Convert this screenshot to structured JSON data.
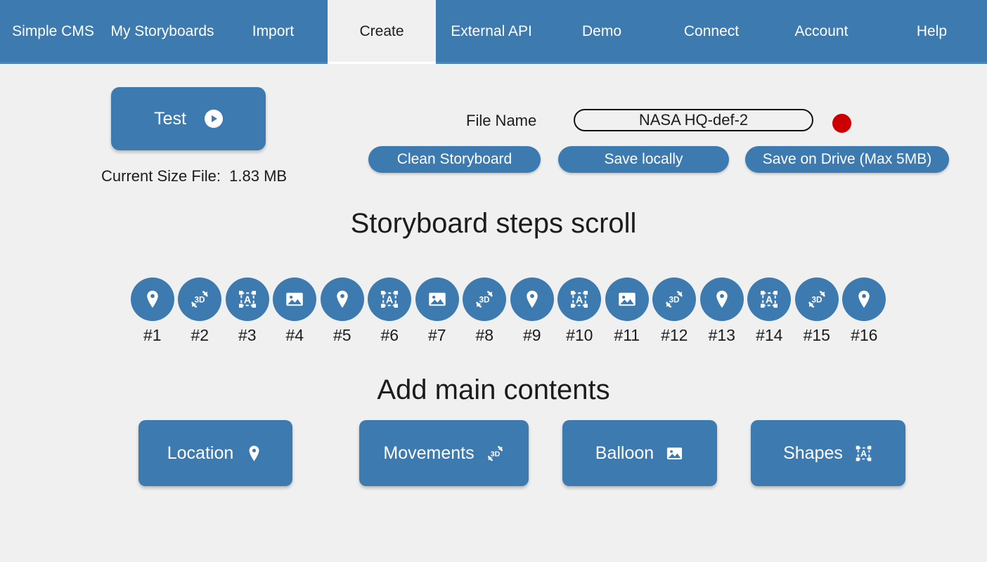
{
  "nav": {
    "tabs": [
      {
        "label": "Simple CMS",
        "active": false,
        "width": 151
      },
      {
        "label": "My Storyboards",
        "active": false,
        "width": 160
      },
      {
        "label": "Import",
        "active": false,
        "width": 155
      },
      {
        "label": "Create",
        "active": true,
        "width": 154
      },
      {
        "label": "External API",
        "active": false,
        "width": 158
      },
      {
        "label": "Demo",
        "active": false,
        "width": 156
      },
      {
        "label": "Connect",
        "active": false,
        "width": 156
      },
      {
        "label": "Account",
        "active": false,
        "width": 157
      },
      {
        "label": "Help",
        "active": false,
        "width": 157
      }
    ]
  },
  "toolbar": {
    "test_label": "Test",
    "test_icon": "play-icon",
    "size_file_text": "Current Size File:  1.83 MB",
    "filename_label": "File Name",
    "filename_value": "NASA HQ-def-2",
    "filename_placeholder": "File Name",
    "record_indicator_color": "#cc0000",
    "clean_label": "Clean Storyboard",
    "save_local_label": "Save locally",
    "save_drive_label": "Save on Drive (Max 5MB)"
  },
  "sections": {
    "steps_title": "Storyboard steps scroll",
    "contents_title": "Add main contents"
  },
  "steps": [
    {
      "label": "#1",
      "icon": "location-pin-icon"
    },
    {
      "label": "#2",
      "icon": "rotate-3d-icon"
    },
    {
      "label": "#3",
      "icon": "shapes-icon"
    },
    {
      "label": "#4",
      "icon": "image-icon"
    },
    {
      "label": "#5",
      "icon": "location-pin-icon"
    },
    {
      "label": "#6",
      "icon": "shapes-icon"
    },
    {
      "label": "#7",
      "icon": "image-icon"
    },
    {
      "label": "#8",
      "icon": "rotate-3d-icon"
    },
    {
      "label": "#9",
      "icon": "location-pin-icon"
    },
    {
      "label": "#10",
      "icon": "shapes-icon"
    },
    {
      "label": "#11",
      "icon": "image-icon"
    },
    {
      "label": "#12",
      "icon": "rotate-3d-icon"
    },
    {
      "label": "#13",
      "icon": "location-pin-icon"
    },
    {
      "label": "#14",
      "icon": "shapes-icon"
    },
    {
      "label": "#15",
      "icon": "rotate-3d-icon"
    },
    {
      "label": "#16",
      "icon": "location-pin-icon"
    }
  ],
  "actions": [
    {
      "label": "Location",
      "icon": "location-pin-icon"
    },
    {
      "label": "Movements",
      "icon": "rotate-3d-icon"
    },
    {
      "label": "Balloon",
      "icon": "image-icon"
    },
    {
      "label": "Shapes",
      "icon": "shapes-icon"
    }
  ],
  "colors": {
    "brand_blue": "#3d7ab0",
    "page_bg": "#f0f0f0",
    "text_dark": "#1c1c1c",
    "record_red": "#cc0000"
  }
}
